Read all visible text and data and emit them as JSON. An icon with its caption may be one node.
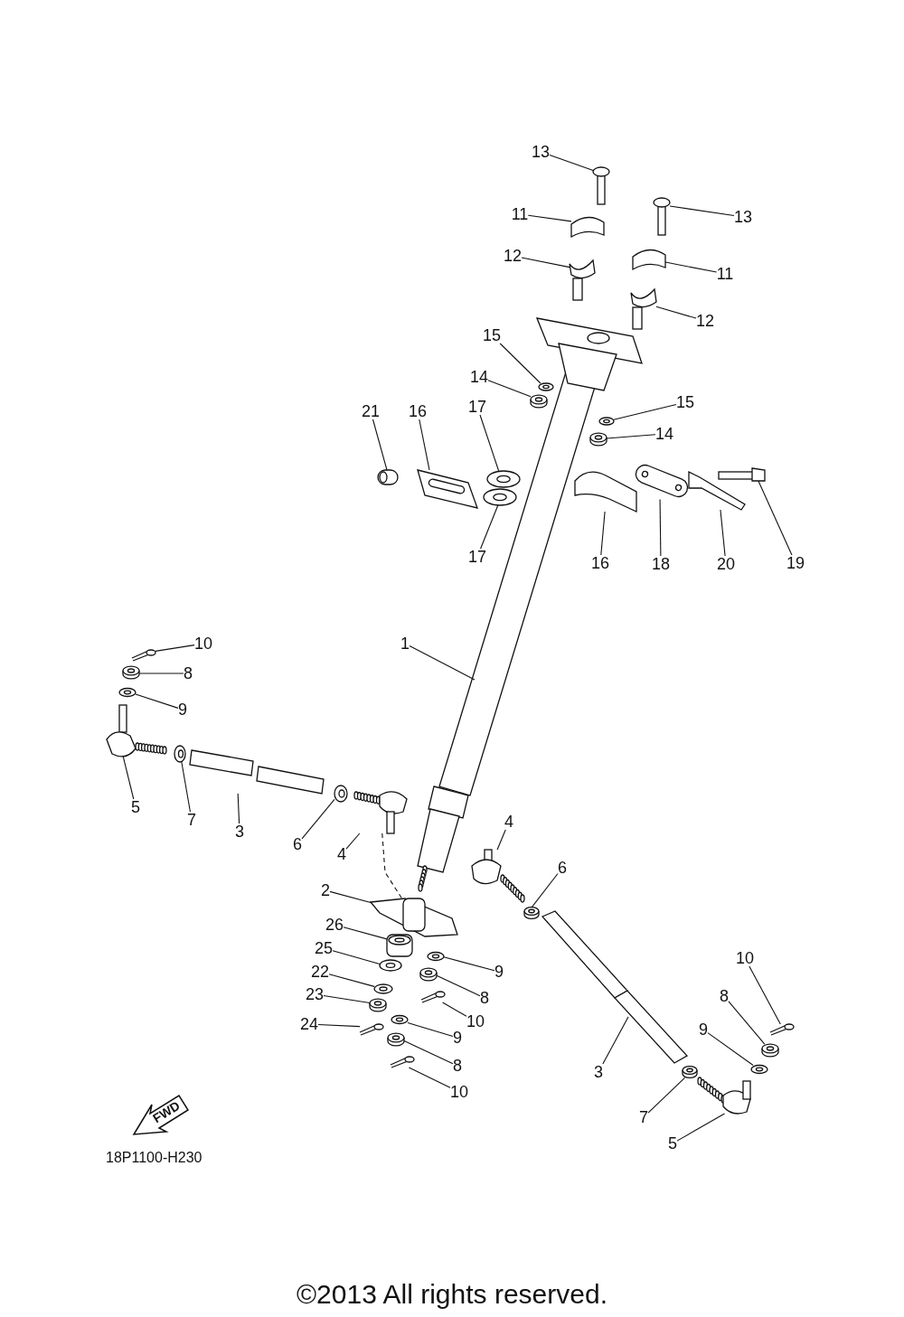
{
  "diagram": {
    "nodes": [
      {
        "text": [
          "13"
        ]
      },
      {
        "text": [
          "11"
        ]
      },
      {
        "text": [
          "13"
        ]
      },
      {
        "text": [
          "12"
        ]
      },
      {
        "text": [
          "11"
        ]
      },
      {
        "text": [
          "12"
        ]
      },
      {
        "text": [
          "15"
        ]
      },
      {
        "text": [
          "14"
        ]
      },
      {
        "text": [
          "15"
        ]
      },
      {
        "text": [
          "14"
        ]
      },
      {
        "text": [
          "21"
        ]
      },
      {
        "text": [
          "16"
        ]
      },
      {
        "text": [
          "17"
        ]
      },
      {
        "text": [
          "17"
        ]
      },
      {
        "text": [
          "16"
        ]
      },
      {
        "text": [
          "18"
        ]
      },
      {
        "text": [
          "20"
        ]
      },
      {
        "text": [
          "19"
        ]
      },
      {
        "text": [
          "10"
        ]
      },
      {
        "text": [
          "1"
        ]
      },
      {
        "text": [
          "8"
        ]
      },
      {
        "text": [
          "9"
        ]
      },
      {
        "text": [
          "5"
        ]
      },
      {
        "text": [
          "7"
        ]
      },
      {
        "text": [
          "3"
        ]
      },
      {
        "text": [
          "6"
        ]
      },
      {
        "text": [
          "4"
        ]
      },
      {
        "text": [
          "4"
        ]
      },
      {
        "text": [
          "6"
        ]
      },
      {
        "text": [
          "2"
        ]
      },
      {
        "text": [
          "26"
        ]
      },
      {
        "text": [
          "25"
        ]
      },
      {
        "text": [
          "22"
        ]
      },
      {
        "text": [
          "23"
        ]
      },
      {
        "text": [
          "24"
        ]
      },
      {
        "text": [
          "9"
        ]
      },
      {
        "text": [
          "8"
        ]
      },
      {
        "text": [
          "10"
        ]
      },
      {
        "text": [
          "9"
        ]
      },
      {
        "text": [
          "8"
        ]
      },
      {
        "text": [
          "10"
        ]
      },
      {
        "text": [
          "10"
        ]
      },
      {
        "text": [
          "8"
        ]
      },
      {
        "text": [
          "9"
        ]
      },
      {
        "text": [
          "3"
        ]
      },
      {
        "text": [
          "7"
        ]
      },
      {
        "text": [
          "5"
        ]
      },
      {
        "text": [],
        "shape": "picture"
      },
      {
        "text": [],
        "shape": "picture"
      },
      {
        "text": [],
        "shape": "picture"
      },
      {
        "text": [],
        "shape": "picture"
      },
      {
        "text": [],
        "shape": "picture"
      },
      {
        "text": [],
        "shape": "picture"
      },
      {
        "text": [],
        "shape": "picture"
      },
      {
        "text": [],
        "shape": "picture"
      },
      {
        "text": [],
        "shape": "picture"
      },
      {
        "text": [],
        "shape": "picture"
      },
      {
        "text": [],
        "shape": "picture"
      },
      {
        "text": [],
        "shape": "picture"
      },
      {
        "text": [],
        "shape": "picture"
      },
      {
        "text": [],
        "shape": "picture"
      },
      {
        "text": [],
        "shape": "picture"
      },
      {
        "text": [],
        "shape": "picture"
      },
      {
        "text": [],
        "shape": "picture"
      },
      {
        "text": [],
        "shape": "picture"
      },
      {
        "text": [],
        "shape": "picture"
      },
      {
        "text": [],
        "shape": "picture"
      },
      {
        "text": [],
        "shape": "picture"
      },
      {
        "text": [],
        "shape": "picture"
      },
      {
        "text": [],
        "shape": "picture"
      },
      {
        "text": [],
        "shape": "picture"
      },
      {
        "text": [],
        "shape": "picture"
      },
      {
        "text": [],
        "shape": "picture"
      },
      {
        "text": [],
        "shape": "picture"
      },
      {
        "text": [],
        "shape": "picture"
      },
      {
        "text": [],
        "shape": "picture"
      },
      {
        "text": [],
        "shape": "picture"
      },
      {
        "text": [],
        "shape": "picture"
      },
      {
        "text": [],
        "shape": "picture"
      },
      {
        "text": [],
        "shape": "picture"
      },
      {
        "text": [],
        "shape": "picture"
      },
      {
        "text": [],
        "shape": "picture"
      },
      {
        "text": [],
        "shape": "picture"
      },
      {
        "text": [],
        "shape": "picture"
      },
      {
        "text": [],
        "shape": "picture"
      },
      {
        "text": [],
        "shape": "picture"
      },
      {
        "text": [],
        "shape": "picture"
      },
      {
        "text": [],
        "shape": "picture"
      },
      {
        "text": [],
        "shape": "picture"
      },
      {
        "text": [],
        "shape": "picture"
      },
      {
        "text": [],
        "shape": "picture"
      },
      {
        "text": [],
        "shape": "picture"
      },
      {
        "text": [],
        "shape": "picture"
      },
      {
        "text": [],
        "shape": "picture"
      }
    ],
    "edges": [
      {
        "from": 0,
        "to": 47,
        "arrow": "none"
      },
      {
        "from": 1,
        "to": 48,
        "arrow": "none"
      },
      {
        "from": 2,
        "to": 49,
        "arrow": "none"
      },
      {
        "from": 3,
        "to": 50,
        "arrow": "none"
      },
      {
        "from": 4,
        "to": 51,
        "arrow": "none"
      },
      {
        "from": 5,
        "to": 52,
        "arrow": "none"
      },
      {
        "from": 6,
        "to": 53,
        "arrow": "none"
      },
      {
        "from": 7,
        "to": 54,
        "arrow": "none"
      },
      {
        "from": 8,
        "to": 55,
        "arrow": "none"
      },
      {
        "from": 9,
        "to": 56,
        "arrow": "none"
      },
      {
        "from": 10,
        "to": 57,
        "arrow": "none"
      },
      {
        "from": 11,
        "to": 58,
        "arrow": "none"
      },
      {
        "from": 12,
        "to": 59,
        "arrow": "none"
      },
      {
        "from": 13,
        "to": 60,
        "arrow": "none"
      },
      {
        "from": 14,
        "to": 61,
        "arrow": "none"
      },
      {
        "from": 15,
        "to": 62,
        "arrow": "none"
      },
      {
        "from": 16,
        "to": 63,
        "arrow": "none"
      },
      {
        "from": 17,
        "to": 64,
        "arrow": "none"
      },
      {
        "from": 18,
        "to": 65,
        "arrow": "none"
      },
      {
        "from": 19,
        "to": 66,
        "arrow": "none"
      },
      {
        "from": 20,
        "to": 67,
        "arrow": "none"
      },
      {
        "from": 21,
        "to": 68,
        "arrow": "none"
      },
      {
        "from": 22,
        "to": 69,
        "arrow": "none"
      },
      {
        "from": 23,
        "to": 70,
        "arrow": "none"
      },
      {
        "from": 24,
        "to": 71,
        "arrow": "none"
      },
      {
        "from": 25,
        "to": 72,
        "arrow": "none"
      },
      {
        "from": 26,
        "to": 73,
        "arrow": "none"
      },
      {
        "from": 27,
        "to": 74,
        "arrow": "none"
      },
      {
        "from": 28,
        "to": 75,
        "arrow": "none"
      },
      {
        "from": 29,
        "to": 76,
        "arrow": "none"
      },
      {
        "from": 30,
        "to": 77,
        "arrow": "none"
      },
      {
        "from": 31,
        "to": 78,
        "arrow": "none"
      },
      {
        "from": 32,
        "to": 79,
        "arrow": "none"
      },
      {
        "from": 33,
        "to": 80,
        "arrow": "none"
      },
      {
        "from": 34,
        "to": 81,
        "arrow": "none"
      },
      {
        "from": 35,
        "to": 82,
        "arrow": "none"
      },
      {
        "from": 36,
        "to": 83,
        "arrow": "none"
      },
      {
        "from": 37,
        "to": 84,
        "arrow": "none"
      },
      {
        "from": 38,
        "to": 85,
        "arrow": "none"
      },
      {
        "from": 39,
        "to": 86,
        "arrow": "none"
      },
      {
        "from": 40,
        "to": 87,
        "arrow": "none"
      },
      {
        "from": 41,
        "to": 88,
        "arrow": "none"
      },
      {
        "from": 42,
        "to": 89,
        "arrow": "none"
      },
      {
        "from": 43,
        "to": 90,
        "arrow": "none"
      },
      {
        "from": 44,
        "to": 91,
        "arrow": "none"
      },
      {
        "from": 45,
        "to": 92,
        "arrow": "none"
      },
      {
        "from": 46,
        "to": 93,
        "arrow": "none"
      },
      {
        "from": 73,
        "to": 76,
        "arrow": "none",
        "style": "dashed"
      }
    ],
    "labels": [
      "FWD",
      "18P1100-H230",
      "©2013 All rights reserved."
    ]
  }
}
